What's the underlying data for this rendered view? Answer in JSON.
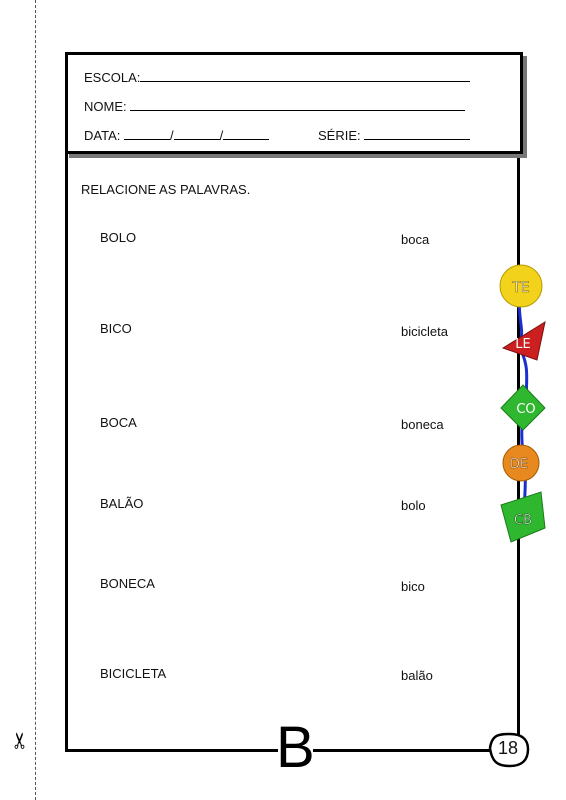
{
  "header": {
    "school_label": "ESCOLA:",
    "name_label": "NOME:",
    "date_label": "DATA:",
    "date_sep": "/",
    "grade_label": "SÉRIE:"
  },
  "instruction": "RELACIONE AS PALAVRAS.",
  "left_words": [
    "BOLO",
    "BICO",
    "BOCA",
    "BALÃO",
    "BONECA",
    "BICICLETA"
  ],
  "right_words": [
    "boca",
    "bicicleta",
    "boneca",
    "bolo",
    "bico",
    "balão"
  ],
  "footer": {
    "letter": "B",
    "page_number": "18"
  },
  "decoration": {
    "syllables": [
      "TE",
      "LE",
      "CO",
      "DE",
      "CB"
    ],
    "colors": [
      "#f2d21a",
      "#cc1f1f",
      "#2fb82f",
      "#e8891f",
      "#2fb82f"
    ],
    "connector_color": "#1a2fcf"
  }
}
